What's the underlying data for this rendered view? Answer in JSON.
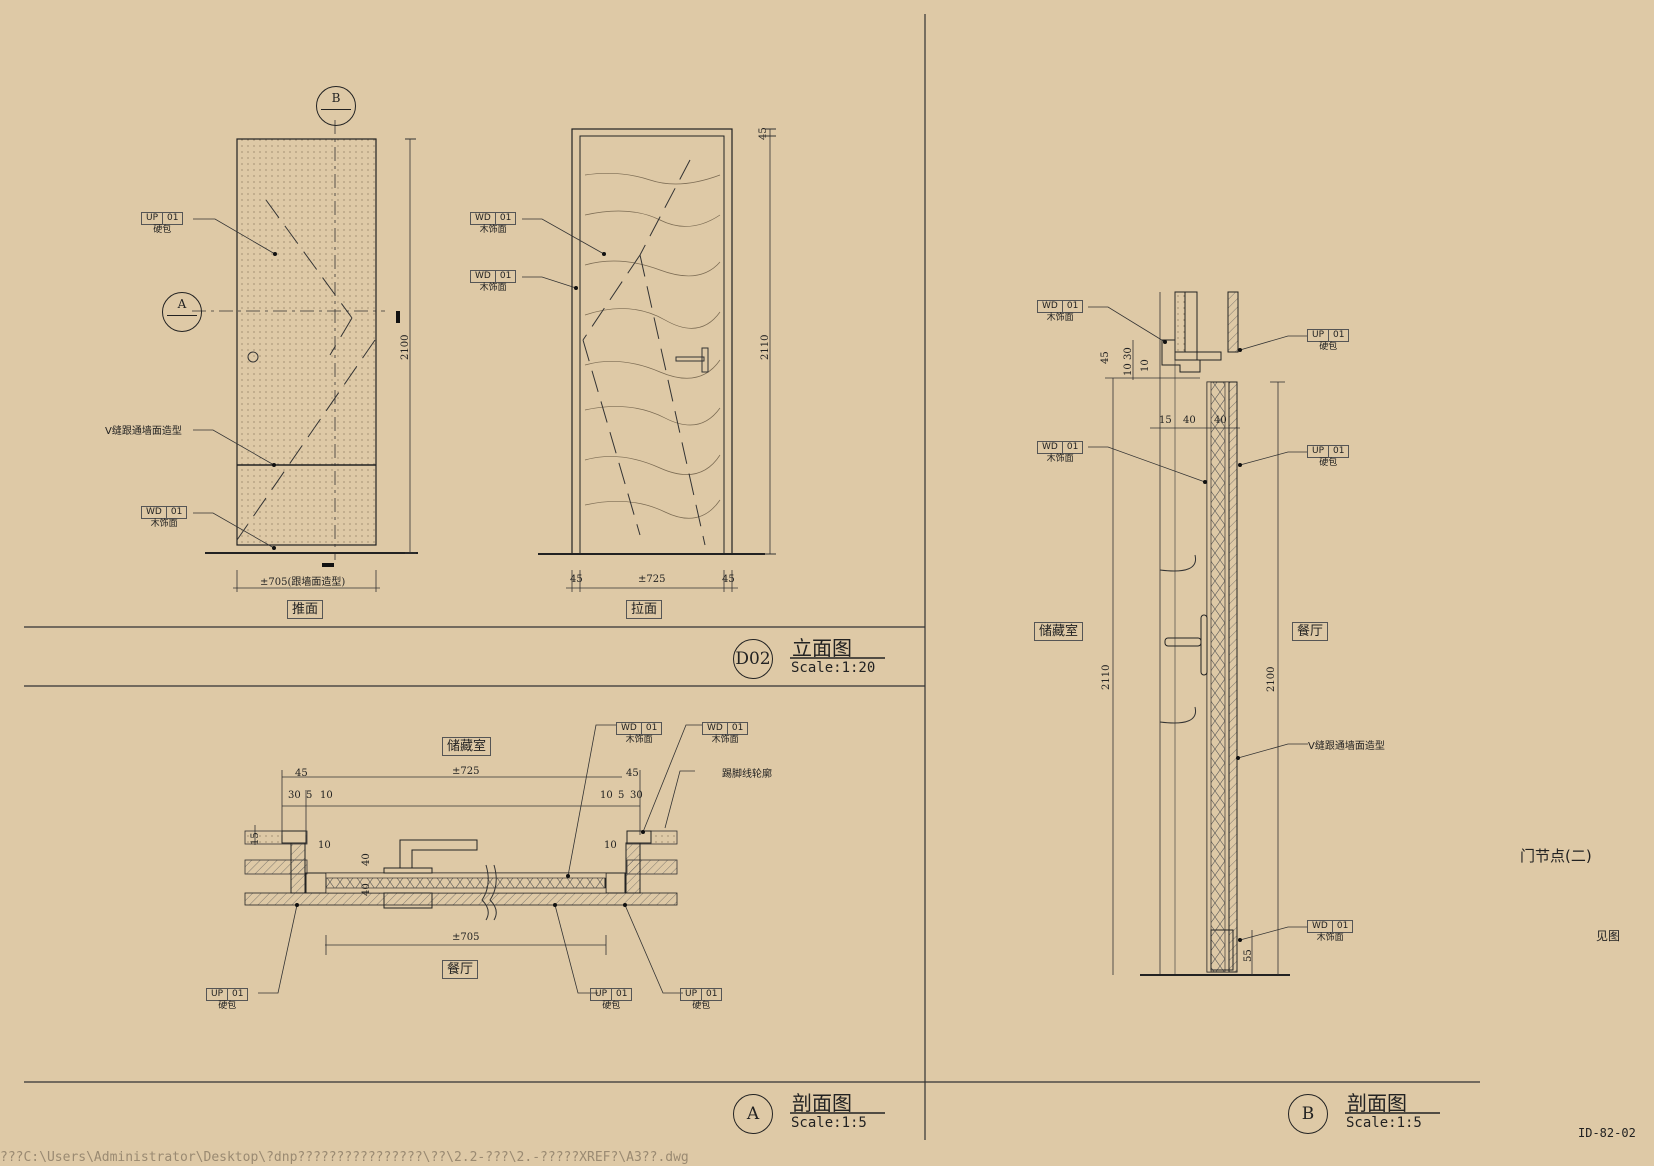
{
  "markers": {
    "elev_top": "B",
    "elev_left": "A",
    "d02": "D02",
    "sec_a": "A",
    "sec_b": "B"
  },
  "elevation": {
    "title": "立面图",
    "scale": "Scale:1:20",
    "push_label": "推面",
    "pull_label": "拉面",
    "dim_push_width": "±705(跟墙面造型)",
    "dim_push_height": "2100",
    "dim_pull_width": "±725",
    "dim_pull_side": "45",
    "dim_pull_height": "2110",
    "dim_pull_top": "45",
    "v_groove_note": "V缝跟通墙面造型",
    "tags": [
      {
        "code": "UP",
        "num": "01",
        "desc": "硬包"
      },
      {
        "code": "WD",
        "num": "01",
        "desc": "木饰面"
      },
      {
        "code": "WD",
        "num": "01",
        "desc": "木饰面"
      },
      {
        "code": "WD",
        "num": "01",
        "desc": "木饰面"
      }
    ]
  },
  "section_a": {
    "title": "剖面图",
    "scale": "Scale:1:5",
    "room_top": "储藏室",
    "room_bottom": "餐厅",
    "dim_overall": "±725",
    "dim_inner": "±705",
    "dims": [
      "45",
      "30",
      "5",
      "10",
      "10",
      "5",
      "30",
      "45",
      "10",
      "10",
      "40",
      "40",
      "15"
    ],
    "skirting_note": "踢脚线轮廓",
    "tags": [
      {
        "code": "WD",
        "num": "01",
        "desc": "木饰面"
      },
      {
        "code": "WD",
        "num": "01",
        "desc": "木饰面"
      },
      {
        "code": "UP",
        "num": "01",
        "desc": "硬包"
      },
      {
        "code": "UP",
        "num": "01",
        "desc": "硬包"
      },
      {
        "code": "UP",
        "num": "01",
        "desc": "硬包"
      }
    ]
  },
  "section_b": {
    "title": "剖面图",
    "scale": "Scale:1:5",
    "room_left": "储藏室",
    "room_right": "餐厅",
    "dim_left": "2110",
    "dim_right": "2100",
    "dims": [
      "45",
      "30",
      "10",
      "10",
      "15",
      "40",
      "40",
      "55"
    ],
    "v_groove_note": "V缝跟通墙面造型",
    "tags": [
      {
        "code": "WD",
        "num": "01",
        "desc": "木饰面"
      },
      {
        "code": "UP",
        "num": "01",
        "desc": "硬包"
      },
      {
        "code": "WD",
        "num": "01",
        "desc": "木饰面"
      },
      {
        "code": "UP",
        "num": "01",
        "desc": "硬包"
      },
      {
        "code": "WD",
        "num": "01",
        "desc": "木饰面"
      }
    ]
  },
  "sheet": {
    "node_title": "门节点(二)",
    "see_drawing": "见图",
    "sheet_no": "ID-82-02",
    "file_path": "???C:\\Users\\Administrator\\Desktop\\?dnp????????????????\\??\\2.2-???\\2.-?????XREF?\\A3??.dwg"
  }
}
